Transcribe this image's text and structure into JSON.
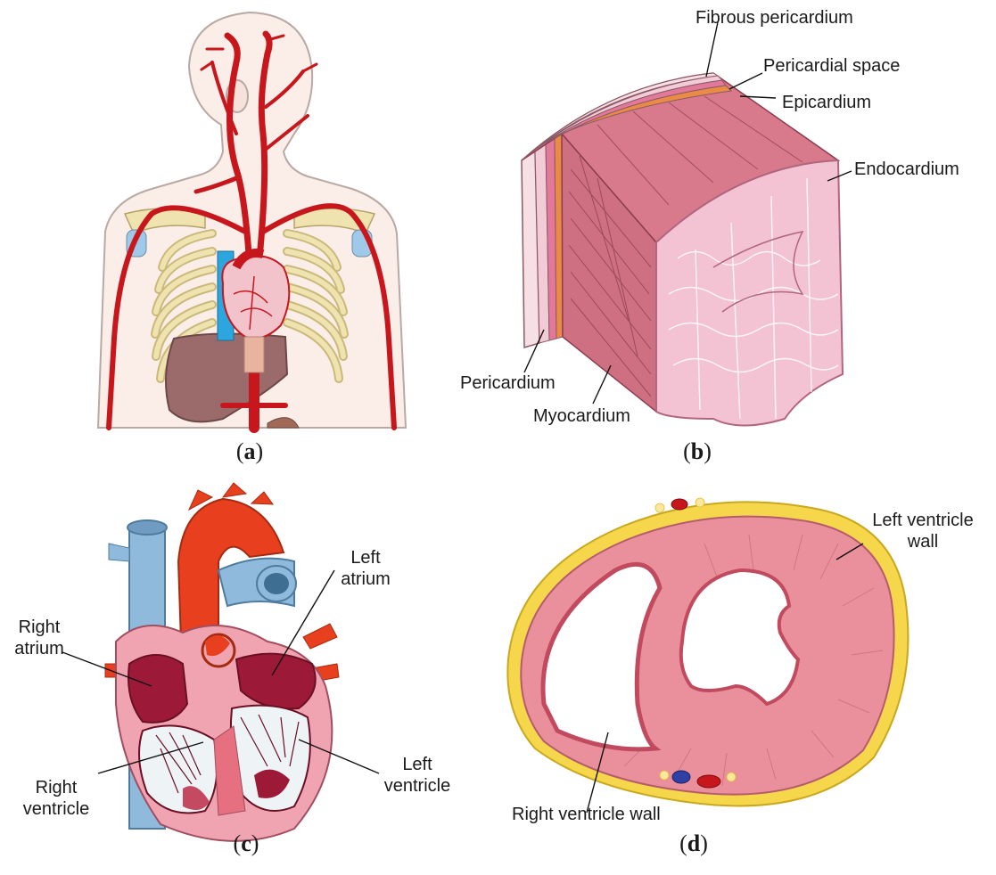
{
  "panels": {
    "a": {
      "caption_open": "(",
      "caption_letter": "a",
      "caption_close": ")"
    },
    "b": {
      "caption_open": "(",
      "caption_letter": "b",
      "caption_close": ")",
      "labels": {
        "fibrous_pericardium": "Fibrous pericardium",
        "pericardial_space": "Pericardial space",
        "epicardium": "Epicardium",
        "endocardium": "Endocardium",
        "pericardium": "Pericardium",
        "myocardium": "Myocardium"
      }
    },
    "c": {
      "caption_open": "(",
      "caption_letter": "c",
      "caption_close": ")",
      "labels": {
        "left_atrium_1": "Left",
        "left_atrium_2": "atrium",
        "right_atrium_1": "Right",
        "right_atrium_2": "atrium",
        "right_ventricle_1": "Right",
        "right_ventricle_2": "ventricle",
        "left_ventricle_1": "Left",
        "left_ventricle_2": "ventricle"
      }
    },
    "d": {
      "caption_open": "(",
      "caption_letter": "d",
      "caption_close": ")",
      "labels": {
        "left_ventricle_wall_1": "Left ventricle",
        "left_ventricle_wall_2": "wall",
        "right_ventricle_wall": "Right ventricle wall"
      }
    }
  },
  "colors": {
    "artery": "#c8161d",
    "vein": "#2ba6de",
    "skin": "#fbeee8",
    "bone": "#efe3b0",
    "liver": "#9b6b6b",
    "myocardium": "#d97a8a",
    "endocardium": "#f4c3d3",
    "fat": "#f6d64a",
    "aorta": "#e8401f",
    "vena_cava": "#8fbadc"
  }
}
